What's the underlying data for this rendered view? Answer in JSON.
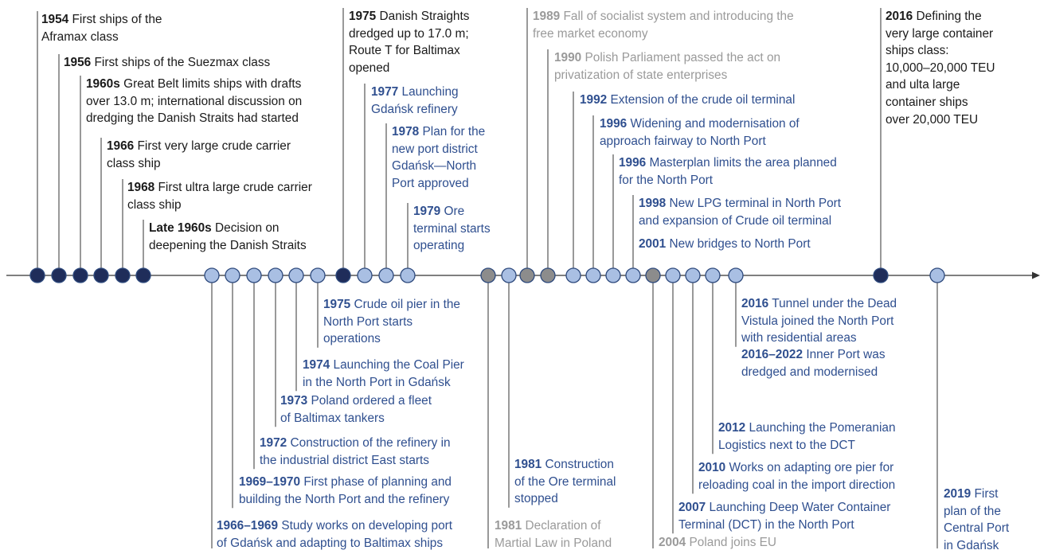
{
  "colors": {
    "dark_node": "#1f2d5a",
    "light_node": "#a9bfe3",
    "gray_node": "#8c8c8c",
    "node_outline": "#2e4a7d",
    "axis": "#333333",
    "text_black": "#1a1a1a",
    "text_blue": "#2f4f8f",
    "text_gray": "#9a9a9a"
  },
  "events": [
    {
      "id": "e1954",
      "year": "1954",
      "lines": [
        "First ships of the",
        "Aframax class"
      ],
      "group": "black",
      "side": "above",
      "node": "dark"
    },
    {
      "id": "e1956",
      "year": "1956",
      "lines": [
        "First ships of the Suezmax class"
      ],
      "group": "black",
      "side": "above",
      "node": "dark"
    },
    {
      "id": "e1960s",
      "year": "1960s",
      "lines": [
        "Great Belt limits ships with drafts",
        "over 13.0 m; international discussion on",
        "dredging the Danish Straits had started"
      ],
      "group": "black",
      "side": "above",
      "node": "dark"
    },
    {
      "id": "e1966a",
      "year": "1966",
      "lines": [
        "First very large crude carrier",
        "class ship"
      ],
      "group": "black",
      "side": "above",
      "node": "dark"
    },
    {
      "id": "e1968",
      "year": "1968",
      "lines": [
        "First ultra large crude carrier",
        "class ship"
      ],
      "group": "black",
      "side": "above",
      "node": "dark"
    },
    {
      "id": "eLate1960s",
      "year": "Late 1960s",
      "lines": [
        "Decision on",
        "deepening the Danish Straits"
      ],
      "group": "black",
      "side": "above",
      "node": "dark"
    },
    {
      "id": "e1966b",
      "year": "1966–1969",
      "lines": [
        "Study works on developing port",
        "of Gdańsk and adapting to Baltimax ships"
      ],
      "group": "blue",
      "side": "below",
      "node": "light"
    },
    {
      "id": "e1969",
      "year": "1969–1970",
      "lines": [
        "First phase of planning and",
        "building the North Port and the refinery"
      ],
      "group": "blue",
      "side": "below",
      "node": "light"
    },
    {
      "id": "e1972",
      "year": "1972",
      "lines": [
        "Construction of the refinery in",
        "the industrial district East starts"
      ],
      "group": "blue",
      "side": "below",
      "node": "light"
    },
    {
      "id": "e1973",
      "year": "1973",
      "lines": [
        "Poland ordered a fleet",
        "of Baltimax tankers"
      ],
      "group": "blue",
      "side": "below",
      "node": "light"
    },
    {
      "id": "e1974",
      "year": "1974",
      "lines": [
        "Launching the Coal Pier",
        "in the North Port in Gdańsk"
      ],
      "group": "blue",
      "side": "below",
      "node": "light"
    },
    {
      "id": "e1975b",
      "year": "1975",
      "lines": [
        "Crude oil pier in the",
        "North Port starts",
        "operations"
      ],
      "group": "blue",
      "side": "below",
      "node": "light"
    },
    {
      "id": "e1975a",
      "year": "1975",
      "lines": [
        "Danish Straights",
        "dredged up to 17.0 m;",
        "Route T for Baltimax",
        "opened"
      ],
      "group": "black",
      "side": "above",
      "node": "dark"
    },
    {
      "id": "e1977",
      "year": "1977",
      "lines": [
        "Launching",
        "Gdańsk refinery"
      ],
      "group": "blue",
      "side": "above",
      "node": "light"
    },
    {
      "id": "e1978",
      "year": "1978",
      "lines": [
        "Plan for the",
        "new port district",
        "Gdańsk—North",
        "Port approved"
      ],
      "group": "blue",
      "side": "above",
      "node": "light"
    },
    {
      "id": "e1979",
      "year": "1979",
      "lines": [
        "Ore",
        "terminal starts",
        "operating"
      ],
      "group": "blue",
      "side": "above",
      "node": "light"
    },
    {
      "id": "e1981g",
      "year": "1981",
      "lines": [
        "Declaration of",
        "Martial Law in Poland"
      ],
      "group": "gray",
      "side": "below",
      "node": "gray"
    },
    {
      "id": "e1981b",
      "year": "1981",
      "lines": [
        "Construction",
        "of the Ore terminal",
        "stopped"
      ],
      "group": "blue",
      "side": "below",
      "node": "light"
    },
    {
      "id": "e1989",
      "year": "1989",
      "lines": [
        "Fall of socialist system and introducing the",
        "free market economy"
      ],
      "group": "gray",
      "side": "above",
      "node": "gray"
    },
    {
      "id": "e1990",
      "year": "1990",
      "lines": [
        "Polish Parliament passed the act on",
        "privatization of state enterprises"
      ],
      "group": "gray",
      "side": "above",
      "node": "gray"
    },
    {
      "id": "e1992",
      "year": "1992",
      "lines": [
        "Extension of the crude oil terminal"
      ],
      "group": "blue",
      "side": "above",
      "node": "light"
    },
    {
      "id": "e1996a",
      "year": "1996",
      "lines": [
        "Widening and modernisation of",
        "approach fairway to North Port"
      ],
      "group": "blue",
      "side": "above",
      "node": "light"
    },
    {
      "id": "e1996b",
      "year": "1996",
      "lines": [
        "Masterplan limits the area planned",
        "for the North Port"
      ],
      "group": "blue",
      "side": "above",
      "node": "light"
    },
    {
      "id": "e1998",
      "year": "1998",
      "lines": [
        "New LPG terminal in North Port",
        "and expansion of Crude oil terminal"
      ],
      "group": "blue",
      "side": "above",
      "node": "light"
    },
    {
      "id": "e2004",
      "year": "2004",
      "lines": [
        "Poland joins EU"
      ],
      "group": "gray",
      "side": "below",
      "node": "gray"
    },
    {
      "id": "e2001",
      "year": "2001",
      "lines": [
        "New bridges to North Port"
      ],
      "group": "blue",
      "side": "above",
      "node": "light"
    },
    {
      "id": "e2007",
      "year": "2007",
      "lines": [
        "Launching Deep Water Container",
        "Terminal (DCT) in the North Port"
      ],
      "group": "blue",
      "side": "below",
      "node": "light"
    },
    {
      "id": "e2010",
      "year": "2010",
      "lines": [
        "Works on adapting ore pier for",
        "reloading coal in the import direction"
      ],
      "group": "blue",
      "side": "below",
      "node": "light"
    },
    {
      "id": "e2012",
      "year": "2012",
      "lines": [
        "Launching the Pomeranian",
        "Logistics next to the DCT"
      ],
      "group": "blue",
      "side": "below",
      "node": "light"
    },
    {
      "id": "e2016a",
      "year": "2016",
      "lines": [
        "Tunnel under the Dead",
        "Vistula joined the North Port",
        "with residential areas"
      ],
      "group": "blue",
      "side": "below",
      "node": "light"
    },
    {
      "id": "e2016b",
      "year": "2016–2022",
      "lines": [
        "Inner Port was",
        "dredged and modernised"
      ],
      "group": "blue",
      "side": "below",
      "node": "none"
    },
    {
      "id": "e2016c",
      "year": "2016",
      "lines": [
        "Defining the",
        "very large container",
        "ships class:",
        "10,000–20,000 TEU",
        "and ulta large",
        "container ships",
        "over 20,000 TEU"
      ],
      "group": "black",
      "side": "above",
      "node": "dark"
    },
    {
      "id": "e2019",
      "year": "2019",
      "lines": [
        "First",
        "plan of the",
        "Central Port",
        "in Gdańsk"
      ],
      "group": "blue",
      "side": "below",
      "node": "light"
    }
  ]
}
